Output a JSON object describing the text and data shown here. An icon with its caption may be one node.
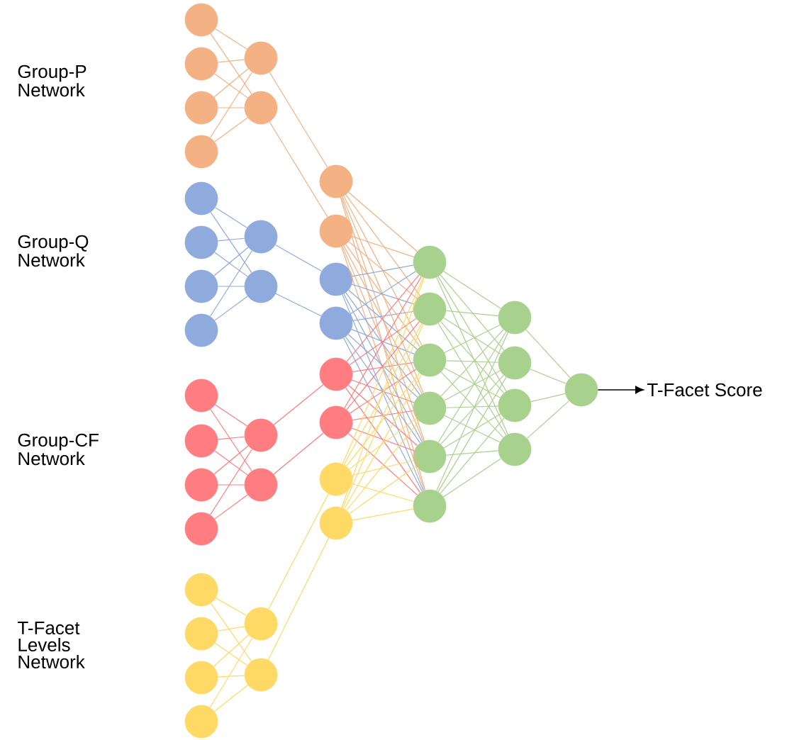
{
  "diagram": {
    "nodes": [
      {
        "text": [],
        "shape": "circle"
      },
      {
        "text": [],
        "shape": "circle"
      },
      {
        "text": [],
        "shape": "circle"
      },
      {
        "text": [],
        "shape": "circle"
      },
      {
        "text": [],
        "shape": "circle"
      },
      {
        "text": [],
        "shape": "circle"
      },
      {
        "text": [],
        "shape": "circle"
      },
      {
        "text": [],
        "shape": "circle"
      },
      {
        "text": [],
        "shape": "circle"
      },
      {
        "text": [],
        "shape": "circle"
      },
      {
        "text": [],
        "shape": "circle"
      },
      {
        "text": [],
        "shape": "circle"
      },
      {
        "text": [],
        "shape": "circle"
      },
      {
        "text": [],
        "shape": "circle"
      },
      {
        "text": [],
        "shape": "circle"
      },
      {
        "text": [],
        "shape": "circle"
      },
      {
        "text": [],
        "shape": "circle"
      },
      {
        "text": [],
        "shape": "circle"
      },
      {
        "text": [],
        "shape": "circle"
      },
      {
        "text": [],
        "shape": "circle"
      },
      {
        "text": [],
        "shape": "circle"
      },
      {
        "text": [],
        "shape": "circle"
      },
      {
        "text": [],
        "shape": "circle"
      },
      {
        "text": [],
        "shape": "circle"
      },
      {
        "text": [],
        "shape": "circle"
      },
      {
        "text": [],
        "shape": "circle"
      },
      {
        "text": [],
        "shape": "circle"
      },
      {
        "text": [],
        "shape": "circle"
      },
      {
        "text": [],
        "shape": "circle"
      },
      {
        "text": [],
        "shape": "circle"
      },
      {
        "text": [],
        "shape": "circle"
      },
      {
        "text": [],
        "shape": "circle"
      },
      {
        "text": [],
        "shape": "circle"
      },
      {
        "text": [],
        "shape": "circle"
      },
      {
        "text": [],
        "shape": "circle"
      },
      {
        "text": [],
        "shape": "circle"
      },
      {
        "text": [],
        "shape": "circle"
      },
      {
        "text": [],
        "shape": "circle"
      },
      {
        "text": [],
        "shape": "circle"
      },
      {
        "text": [],
        "shape": "circle"
      },
      {
        "text": [],
        "shape": "circle"
      },
      {
        "text": [],
        "shape": "circle"
      },
      {
        "text": [],
        "shape": "circle"
      },
      {
        "text": [
          "T-Facet Score"
        ]
      }
    ],
    "edges": [
      {
        "from": 0,
        "to": 4,
        "arrow": "none",
        "color": "#f4b183"
      },
      {
        "from": 0,
        "to": 5,
        "arrow": "none",
        "color": "#f4b183"
      },
      {
        "from": 1,
        "to": 4,
        "arrow": "none",
        "color": "#f4b183"
      },
      {
        "from": 1,
        "to": 5,
        "arrow": "none",
        "color": "#f4b183"
      },
      {
        "from": 2,
        "to": 4,
        "arrow": "none",
        "color": "#f4b183"
      },
      {
        "from": 2,
        "to": 5,
        "arrow": "none",
        "color": "#f4b183"
      },
      {
        "from": 3,
        "to": 4,
        "arrow": "none",
        "color": "#f4b183"
      },
      {
        "from": 3,
        "to": 5,
        "arrow": "none",
        "color": "#f4b183"
      },
      {
        "from": 6,
        "to": 10,
        "arrow": "none",
        "color": "#8faadc"
      },
      {
        "from": 6,
        "to": 11,
        "arrow": "none",
        "color": "#8faadc"
      },
      {
        "from": 7,
        "to": 10,
        "arrow": "none",
        "color": "#8faadc"
      },
      {
        "from": 7,
        "to": 11,
        "arrow": "none",
        "color": "#8faadc"
      },
      {
        "from": 8,
        "to": 10,
        "arrow": "none",
        "color": "#8faadc"
      },
      {
        "from": 8,
        "to": 11,
        "arrow": "none",
        "color": "#8faadc"
      },
      {
        "from": 9,
        "to": 10,
        "arrow": "none",
        "color": "#8faadc"
      },
      {
        "from": 9,
        "to": 11,
        "arrow": "none",
        "color": "#8faadc"
      },
      {
        "from": 12,
        "to": 16,
        "arrow": "none",
        "color": "#ff7c80"
      },
      {
        "from": 12,
        "to": 17,
        "arrow": "none",
        "color": "#ff7c80"
      },
      {
        "from": 13,
        "to": 16,
        "arrow": "none",
        "color": "#ff7c80"
      },
      {
        "from": 13,
        "to": 17,
        "arrow": "none",
        "color": "#ff7c80"
      },
      {
        "from": 14,
        "to": 16,
        "arrow": "none",
        "color": "#ff7c80"
      },
      {
        "from": 14,
        "to": 17,
        "arrow": "none",
        "color": "#ff7c80"
      },
      {
        "from": 15,
        "to": 16,
        "arrow": "none",
        "color": "#ff7c80"
      },
      {
        "from": 15,
        "to": 17,
        "arrow": "none",
        "color": "#ff7c80"
      },
      {
        "from": 18,
        "to": 22,
        "arrow": "none",
        "color": "#ffd966"
      },
      {
        "from": 18,
        "to": 23,
        "arrow": "none",
        "color": "#ffd966"
      },
      {
        "from": 19,
        "to": 22,
        "arrow": "none",
        "color": "#ffd966"
      },
      {
        "from": 19,
        "to": 23,
        "arrow": "none",
        "color": "#ffd966"
      },
      {
        "from": 20,
        "to": 22,
        "arrow": "none",
        "color": "#ffd966"
      },
      {
        "from": 20,
        "to": 23,
        "arrow": "none",
        "color": "#ffd966"
      },
      {
        "from": 21,
        "to": 22,
        "arrow": "none",
        "color": "#ffd966"
      },
      {
        "from": 21,
        "to": 23,
        "arrow": "none",
        "color": "#ffd966"
      },
      {
        "from": 4,
        "to": 24,
        "arrow": "none",
        "color": "#f4b183"
      },
      {
        "from": 5,
        "to": 25,
        "arrow": "none",
        "color": "#f4b183"
      },
      {
        "from": 10,
        "to": 26,
        "arrow": "none",
        "color": "#8faadc"
      },
      {
        "from": 11,
        "to": 27,
        "arrow": "none",
        "color": "#8faadc"
      },
      {
        "from": 16,
        "to": 28,
        "arrow": "none",
        "color": "#ff7c80"
      },
      {
        "from": 17,
        "to": 29,
        "arrow": "none",
        "color": "#ff7c80"
      },
      {
        "from": 22,
        "to": 30,
        "arrow": "none",
        "color": "#ffd966"
      },
      {
        "from": 23,
        "to": 31,
        "arrow": "none",
        "color": "#ffd966"
      },
      {
        "from": 24,
        "to": 32,
        "arrow": "none",
        "color": "#f4b183"
      },
      {
        "from": 24,
        "to": 33,
        "arrow": "none",
        "color": "#f4b183"
      },
      {
        "from": 24,
        "to": 34,
        "arrow": "none",
        "color": "#f4b183"
      },
      {
        "from": 24,
        "to": 35,
        "arrow": "none",
        "color": "#f4b183"
      },
      {
        "from": 24,
        "to": 36,
        "arrow": "none",
        "color": "#f4b183"
      },
      {
        "from": 24,
        "to": 37,
        "arrow": "none",
        "color": "#f4b183"
      },
      {
        "from": 25,
        "to": 32,
        "arrow": "none",
        "color": "#f4b183"
      },
      {
        "from": 25,
        "to": 33,
        "arrow": "none",
        "color": "#f4b183"
      },
      {
        "from": 25,
        "to": 34,
        "arrow": "none",
        "color": "#f4b183"
      },
      {
        "from": 25,
        "to": 35,
        "arrow": "none",
        "color": "#f4b183"
      },
      {
        "from": 25,
        "to": 36,
        "arrow": "none",
        "color": "#f4b183"
      },
      {
        "from": 25,
        "to": 37,
        "arrow": "none",
        "color": "#f4b183"
      },
      {
        "from": 26,
        "to": 32,
        "arrow": "none",
        "color": "#8faadc"
      },
      {
        "from": 26,
        "to": 33,
        "arrow": "none",
        "color": "#8faadc"
      },
      {
        "from": 26,
        "to": 34,
        "arrow": "none",
        "color": "#8faadc"
      },
      {
        "from": 26,
        "to": 35,
        "arrow": "none",
        "color": "#8faadc"
      },
      {
        "from": 26,
        "to": 36,
        "arrow": "none",
        "color": "#8faadc"
      },
      {
        "from": 26,
        "to": 37,
        "arrow": "none",
        "color": "#8faadc"
      },
      {
        "from": 27,
        "to": 32,
        "arrow": "none",
        "color": "#8faadc"
      },
      {
        "from": 27,
        "to": 33,
        "arrow": "none",
        "color": "#8faadc"
      },
      {
        "from": 27,
        "to": 34,
        "arrow": "none",
        "color": "#8faadc"
      },
      {
        "from": 27,
        "to": 35,
        "arrow": "none",
        "color": "#8faadc"
      },
      {
        "from": 27,
        "to": 36,
        "arrow": "none",
        "color": "#8faadc"
      },
      {
        "from": 27,
        "to": 37,
        "arrow": "none",
        "color": "#8faadc"
      },
      {
        "from": 28,
        "to": 32,
        "arrow": "none",
        "color": "#ff7c80"
      },
      {
        "from": 28,
        "to": 33,
        "arrow": "none",
        "color": "#ff7c80"
      },
      {
        "from": 28,
        "to": 34,
        "arrow": "none",
        "color": "#ff7c80"
      },
      {
        "from": 28,
        "to": 35,
        "arrow": "none",
        "color": "#ff7c80"
      },
      {
        "from": 28,
        "to": 36,
        "arrow": "none",
        "color": "#ff7c80"
      },
      {
        "from": 28,
        "to": 37,
        "arrow": "none",
        "color": "#ff7c80"
      },
      {
        "from": 29,
        "to": 32,
        "arrow": "none",
        "color": "#ff7c80"
      },
      {
        "from": 29,
        "to": 33,
        "arrow": "none",
        "color": "#ff7c80"
      },
      {
        "from": 29,
        "to": 34,
        "arrow": "none",
        "color": "#ff7c80"
      },
      {
        "from": 29,
        "to": 35,
        "arrow": "none",
        "color": "#ff7c80"
      },
      {
        "from": 29,
        "to": 36,
        "arrow": "none",
        "color": "#ff7c80"
      },
      {
        "from": 29,
        "to": 37,
        "arrow": "none",
        "color": "#ff7c80"
      },
      {
        "from": 30,
        "to": 32,
        "arrow": "none",
        "color": "#ffd966"
      },
      {
        "from": 30,
        "to": 33,
        "arrow": "none",
        "color": "#ffd966"
      },
      {
        "from": 30,
        "to": 34,
        "arrow": "none",
        "color": "#ffd966"
      },
      {
        "from": 30,
        "to": 35,
        "arrow": "none",
        "color": "#ffd966"
      },
      {
        "from": 30,
        "to": 36,
        "arrow": "none",
        "color": "#ffd966"
      },
      {
        "from": 30,
        "to": 37,
        "arrow": "none",
        "color": "#ffd966"
      },
      {
        "from": 31,
        "to": 32,
        "arrow": "none",
        "color": "#ffd966"
      },
      {
        "from": 31,
        "to": 33,
        "arrow": "none",
        "color": "#ffd966"
      },
      {
        "from": 31,
        "to": 34,
        "arrow": "none",
        "color": "#ffd966"
      },
      {
        "from": 31,
        "to": 35,
        "arrow": "none",
        "color": "#ffd966"
      },
      {
        "from": 31,
        "to": 36,
        "arrow": "none",
        "color": "#ffd966"
      },
      {
        "from": 31,
        "to": 37,
        "arrow": "none",
        "color": "#ffd966"
      },
      {
        "from": 32,
        "to": 38,
        "arrow": "none"
      },
      {
        "from": 32,
        "to": 39,
        "arrow": "none"
      },
      {
        "from": 32,
        "to": 40,
        "arrow": "none"
      },
      {
        "from": 32,
        "to": 41,
        "arrow": "none"
      },
      {
        "from": 33,
        "to": 38,
        "arrow": "none"
      },
      {
        "from": 33,
        "to": 39,
        "arrow": "none"
      },
      {
        "from": 33,
        "to": 40,
        "arrow": "none"
      },
      {
        "from": 33,
        "to": 41,
        "arrow": "none"
      },
      {
        "from": 34,
        "to": 38,
        "arrow": "none"
      },
      {
        "from": 34,
        "to": 39,
        "arrow": "none"
      },
      {
        "from": 34,
        "to": 40,
        "arrow": "none"
      },
      {
        "from": 34,
        "to": 41,
        "arrow": "none"
      },
      {
        "from": 35,
        "to": 38,
        "arrow": "none"
      },
      {
        "from": 35,
        "to": 39,
        "arrow": "none"
      },
      {
        "from": 35,
        "to": 40,
        "arrow": "none"
      },
      {
        "from": 35,
        "to": 41,
        "arrow": "none"
      },
      {
        "from": 36,
        "to": 38,
        "arrow": "none"
      },
      {
        "from": 36,
        "to": 39,
        "arrow": "none"
      },
      {
        "from": 36,
        "to": 40,
        "arrow": "none"
      },
      {
        "from": 36,
        "to": 41,
        "arrow": "none"
      },
      {
        "from": 37,
        "to": 38,
        "arrow": "none"
      },
      {
        "from": 37,
        "to": 39,
        "arrow": "none"
      },
      {
        "from": 37,
        "to": 40,
        "arrow": "none"
      },
      {
        "from": 37,
        "to": 41,
        "arrow": "none"
      },
      {
        "from": 38,
        "to": 42,
        "arrow": "none"
      },
      {
        "from": 39,
        "to": 42,
        "arrow": "none"
      },
      {
        "from": 40,
        "to": 42,
        "arrow": "none"
      },
      {
        "from": 41,
        "to": 42,
        "arrow": "none"
      },
      {
        "from": 42,
        "to": 43,
        "arrow": "to",
        "color": "#000000"
      }
    ],
    "labels": [
      "Group-P Network",
      "Group-Q Network",
      "Group-CF Network",
      "T-Facet Levels Network"
    ]
  }
}
